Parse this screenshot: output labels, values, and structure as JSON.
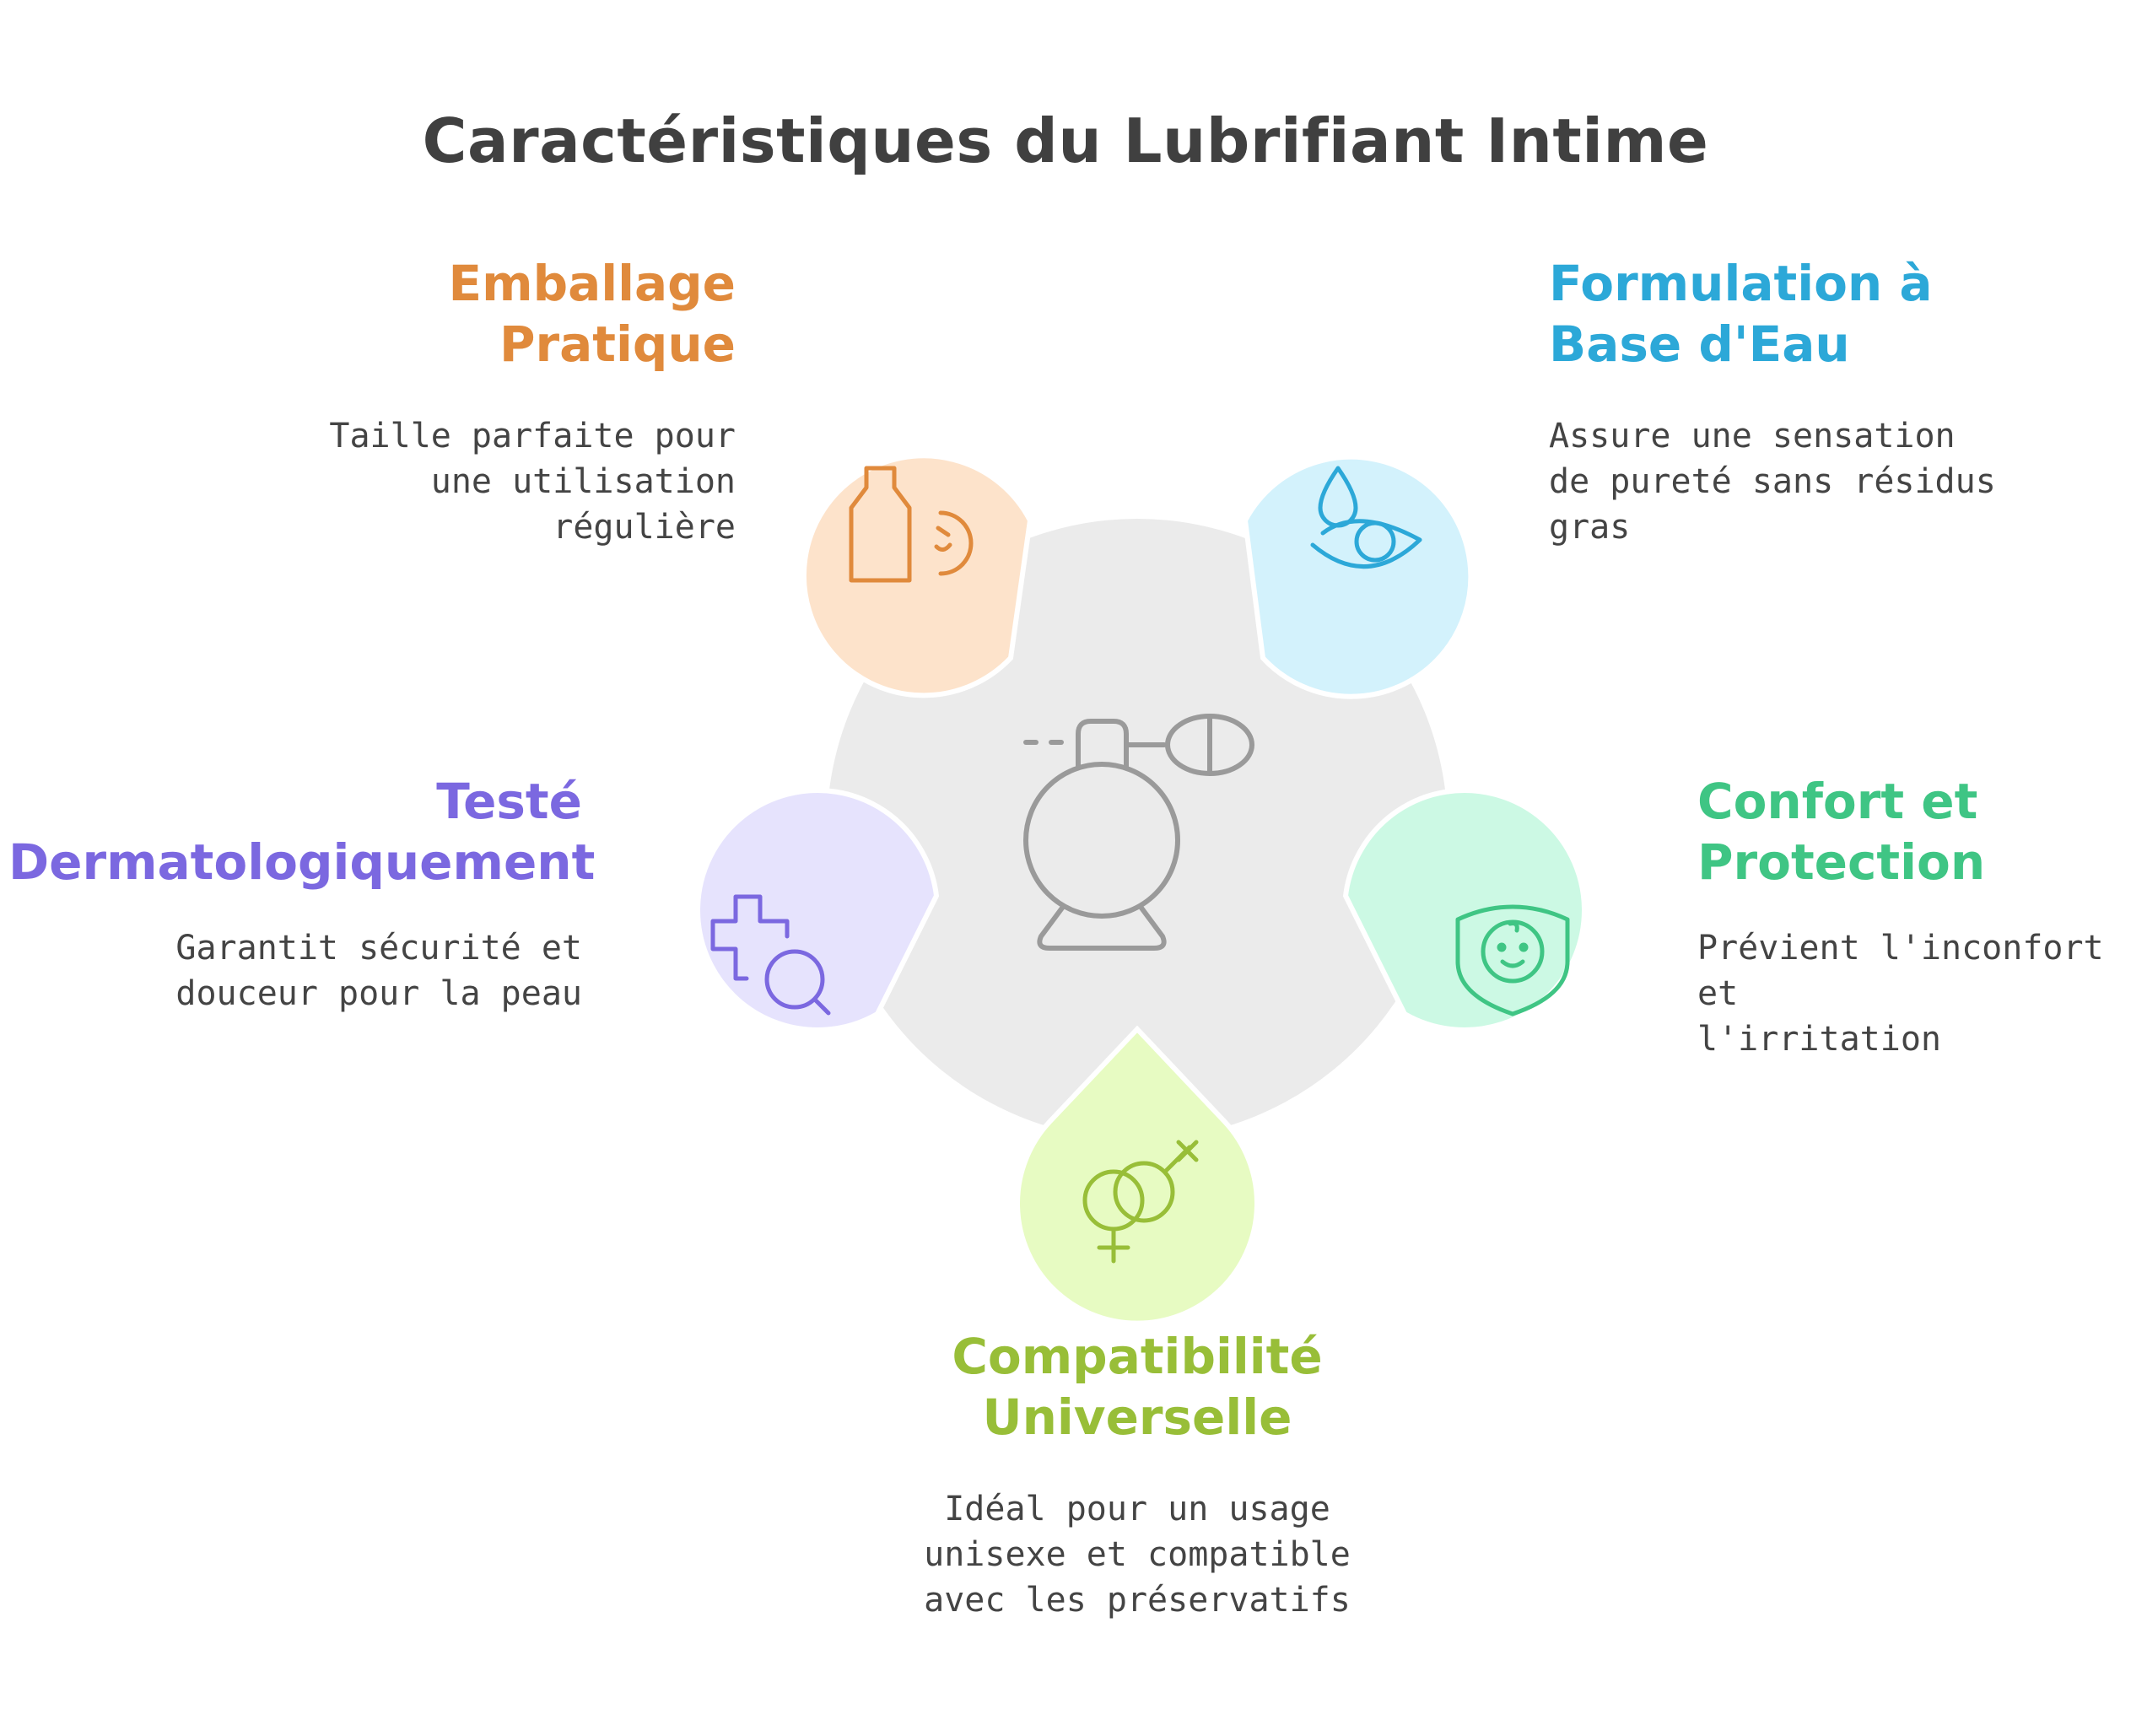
{
  "title": "Caractéristiques du Lubrifiant Intime",
  "center": {
    "icon": "perfume-atomizer-icon"
  },
  "items": [
    {
      "id": "emballage",
      "heading_lines": [
        "Emballage",
        "Pratique"
      ],
      "desc_lines": [
        "Taille parfaite pour",
        "une utilisation",
        "régulière"
      ],
      "color": "#E08A3C",
      "fill": "#FDE3CB",
      "icon": "bottle-icon"
    },
    {
      "id": "formulation",
      "heading_lines": [
        "Formulation à",
        "Base d'Eau"
      ],
      "desc_lines": [
        "Assure une sensation",
        "de pureté sans résidus",
        "gras"
      ],
      "color": "#2CA8D8",
      "fill": "#D3F2FC",
      "icon": "water-drop-eye-icon"
    },
    {
      "id": "teste",
      "heading_lines": [
        "Testé",
        "Dermatologiquement"
      ],
      "desc_lines": [
        "Garantit sécurité et",
        "douceur pour la peau"
      ],
      "color": "#7B68E0",
      "fill": "#E6E3FD",
      "icon": "medical-search-icon"
    },
    {
      "id": "confort",
      "heading_lines": [
        "Confort et",
        "Protection"
      ],
      "desc_lines": [
        "Prévient l'inconfort et",
        "l'irritation"
      ],
      "color": "#3FC584",
      "fill": "#CCF9E4",
      "icon": "baby-shield-icon"
    },
    {
      "id": "compatibilite",
      "heading_lines": [
        "Compatibilité",
        "Universelle"
      ],
      "desc_lines": [
        "Idéal pour un usage",
        "unisexe et compatible",
        "avec les préservatifs"
      ],
      "color": "#98BE38",
      "fill": "#E7FBC2",
      "icon": "gender-symbols-icon"
    }
  ]
}
